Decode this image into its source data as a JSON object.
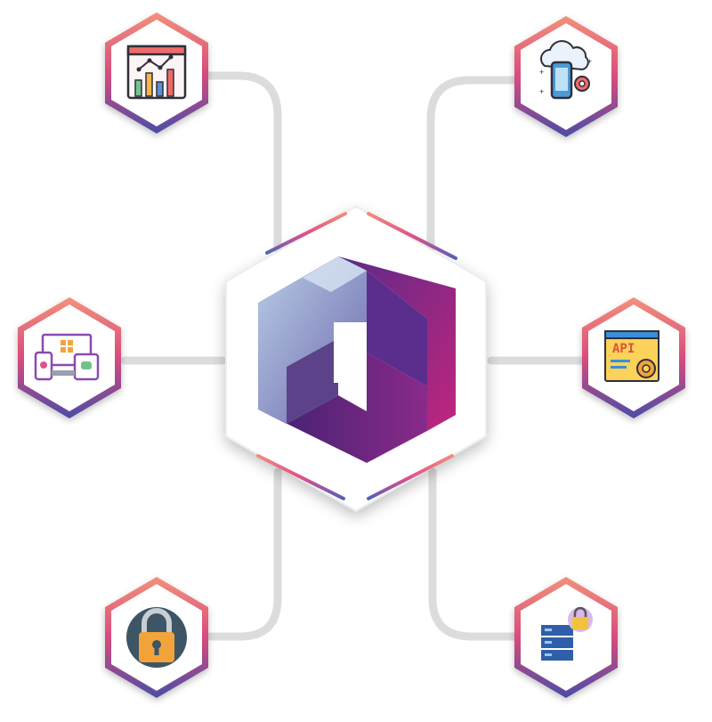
{
  "diagram": {
    "hub": {
      "name": "central-cube-logo",
      "colors": {
        "light": "#8fb6d8",
        "mid": "#6a5aa8",
        "dark": "#3b1f66",
        "magenta": "#c0257e",
        "ring_top": "#e96a8c",
        "ring_bottom": "#5a62b8"
      }
    },
    "nodes": [
      {
        "id": "analytics",
        "icon": "analytics-chart-icon"
      },
      {
        "id": "cloud-mobile",
        "icon": "cloud-mobile-settings-icon"
      },
      {
        "id": "cross-platform",
        "icon": "cross-platform-devices-icon"
      },
      {
        "id": "api",
        "icon": "api-gear-icon",
        "label": "API"
      },
      {
        "id": "security",
        "icon": "padlock-icon"
      },
      {
        "id": "secure-server",
        "icon": "secure-server-icon"
      }
    ],
    "colors": {
      "connector": "#d9d9d9",
      "hex_border_top": "#f08a7a",
      "hex_border_bottom": "#4b4fa8"
    }
  }
}
